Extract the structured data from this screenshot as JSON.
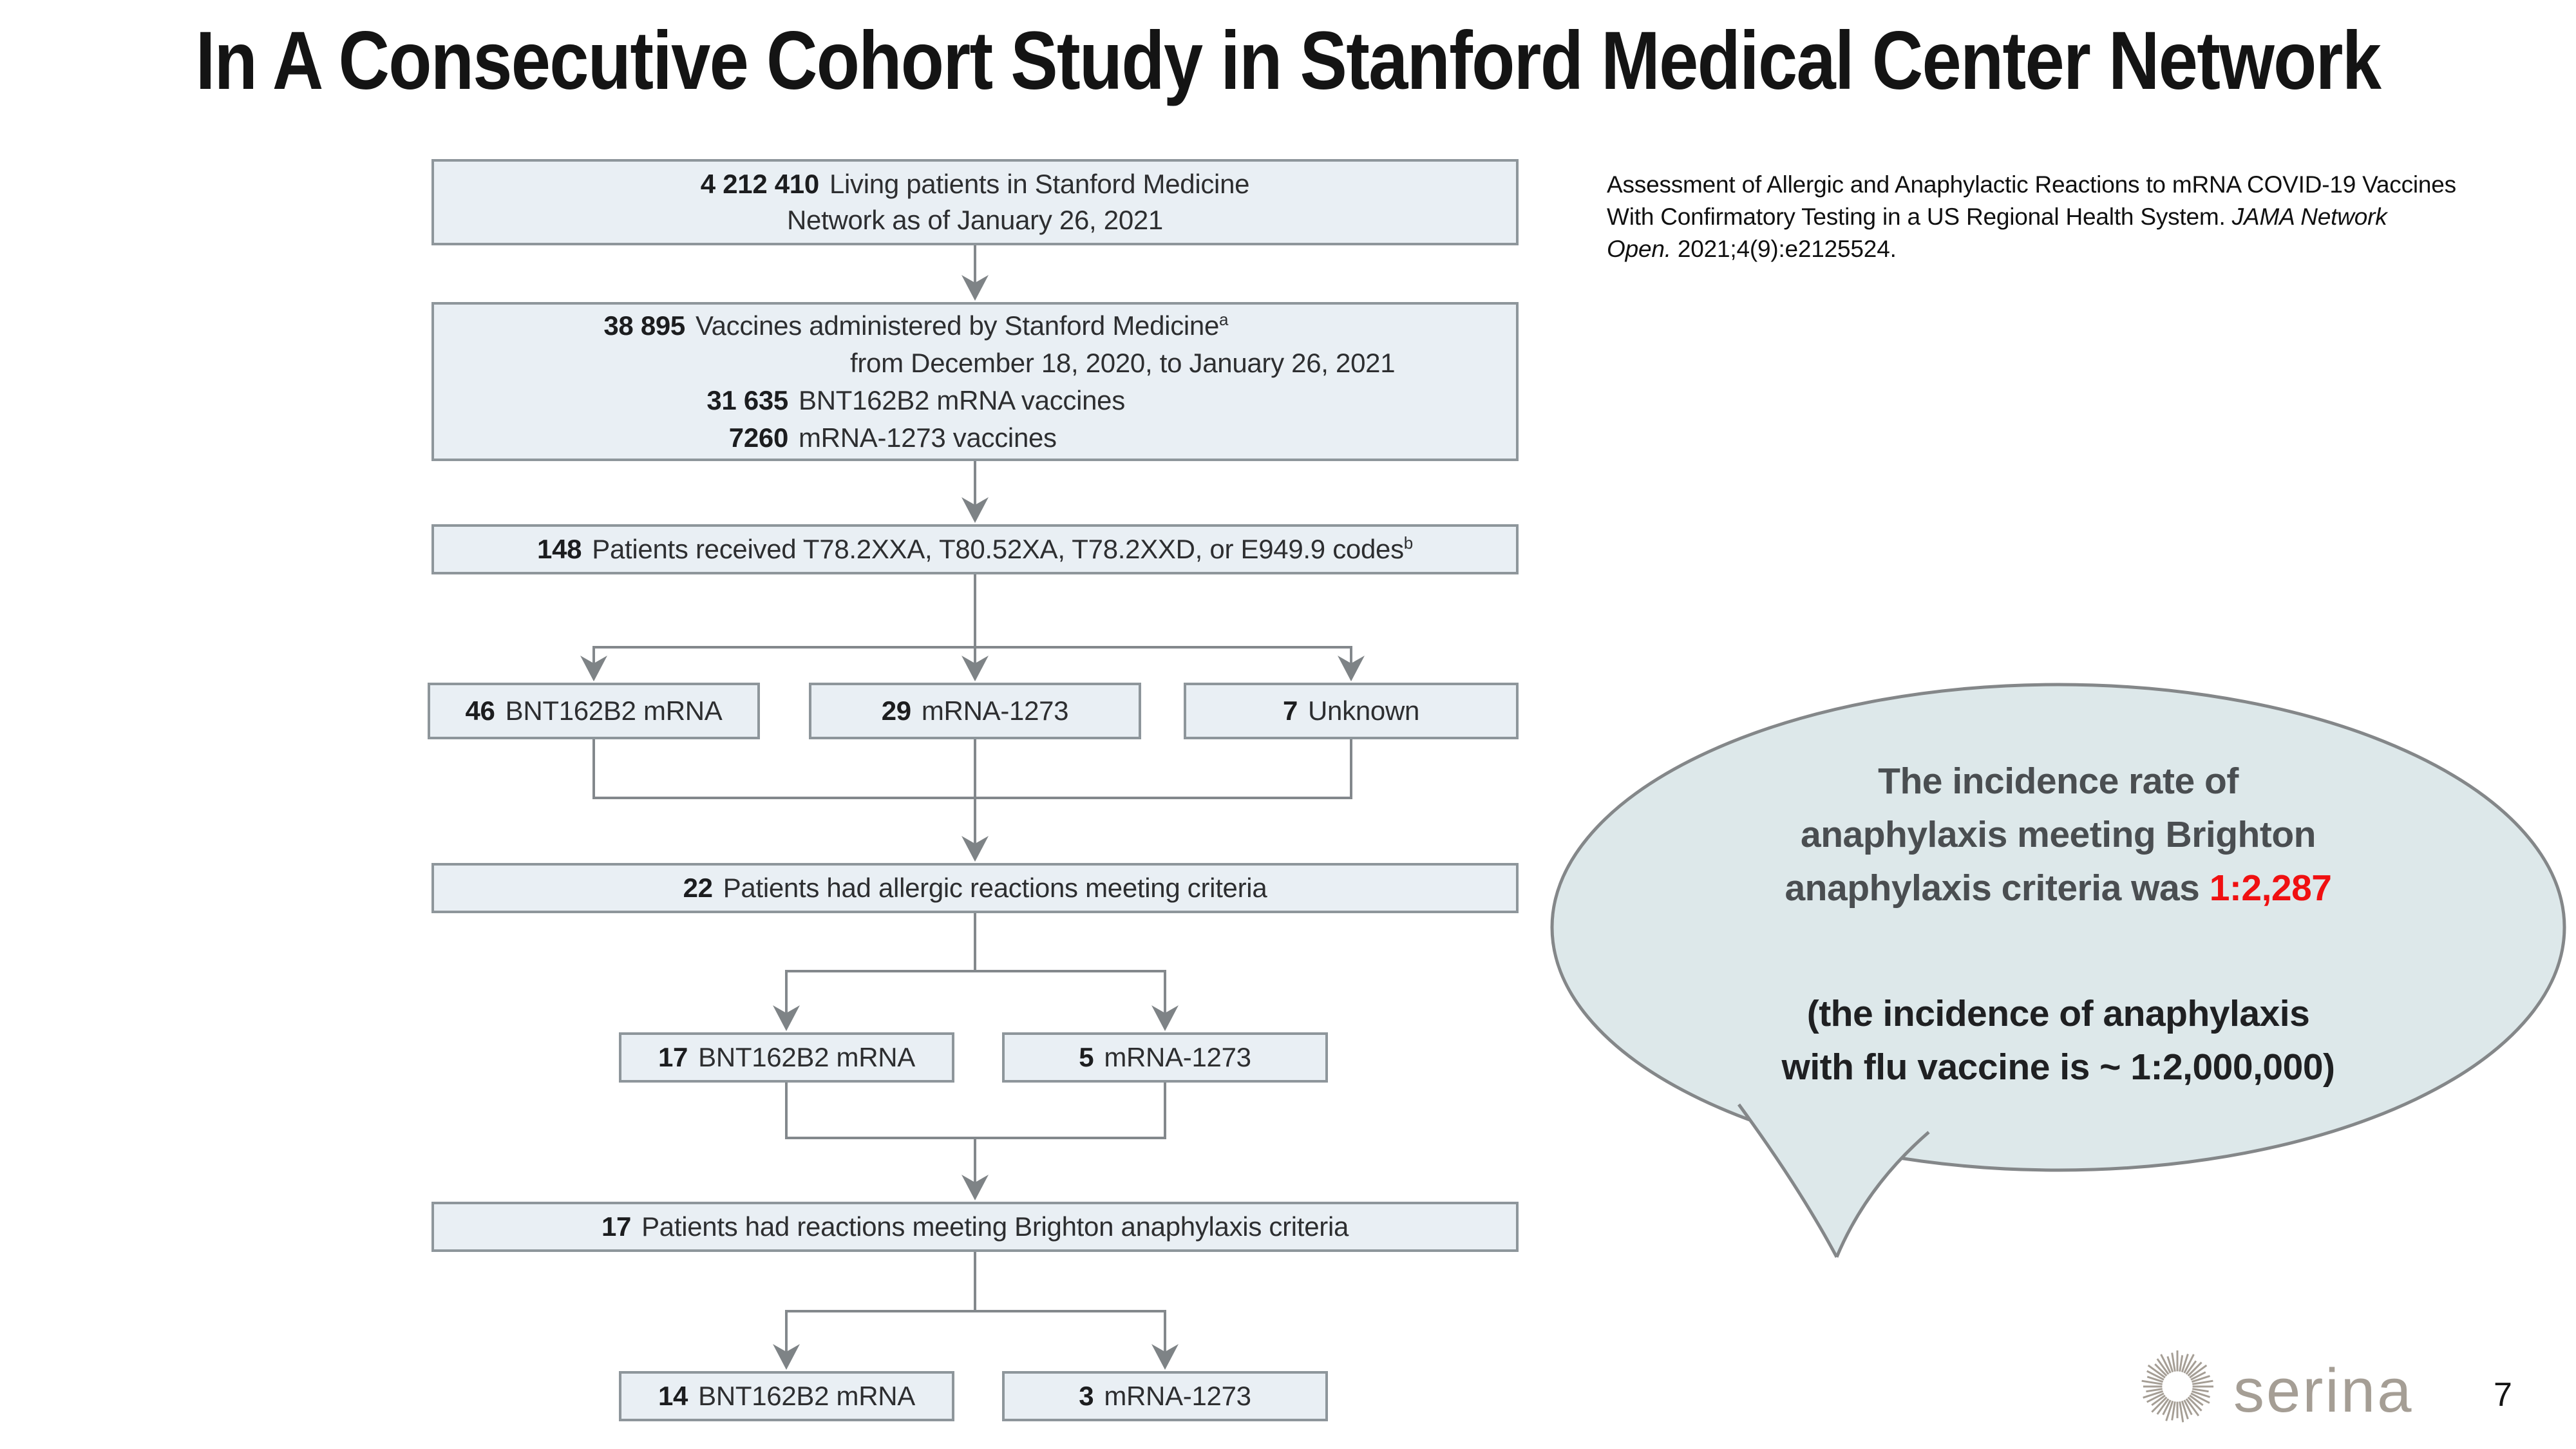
{
  "title": "In A Consecutive Cohort Study in Stanford Medical Center Network",
  "citation": {
    "line1": "Assessment of Allergic and Anaphylactic Reactions to mRNA COVID-19 Vaccines",
    "line2_text": "With Confirmatory Testing in a US Regional Health System. ",
    "line2_italic": "JAMA Network",
    "line3_italic": "Open.",
    "line3_text": " 2021;4(9):e2125524."
  },
  "flow": {
    "box1": {
      "number": "4 212 410",
      "label_line1": "Living patients in Stanford Medicine",
      "label_line2": "Network as of January 26, 2021"
    },
    "box2": {
      "row1_number": "38 895",
      "row1_text": "Vaccines administered by Stanford Medicine",
      "row1_sup": "a",
      "row2_text": "from December 18, 2020, to January 26, 2021",
      "row3_number": "31 635",
      "row3_text": "BNT162B2 mRNA vaccines",
      "row4_number": "7260",
      "row4_text": "mRNA-1273 vaccines"
    },
    "box3": {
      "number": "148",
      "text": "Patients received T78.2XXA, T80.52XA, T78.2XXD, or E949.9 codes",
      "sup": "b"
    },
    "split1": [
      {
        "number": "46",
        "text": "BNT162B2 mRNA"
      },
      {
        "number": "29",
        "text": "mRNA-1273"
      },
      {
        "number": "7",
        "text": "Unknown"
      }
    ],
    "box4": {
      "number": "22",
      "text": "Patients had allergic reactions meeting criteria"
    },
    "split2": [
      {
        "number": "17",
        "text": "BNT162B2 mRNA"
      },
      {
        "number": "5",
        "text": "mRNA-1273"
      }
    ],
    "box5": {
      "number": "17",
      "text": "Patients had reactions meeting Brighton anaphylaxis criteria"
    },
    "split3": [
      {
        "number": "14",
        "text": "BNT162B2 mRNA"
      },
      {
        "number": "3",
        "text": "mRNA-1273"
      }
    ]
  },
  "bubble": {
    "line1": "The incidence rate of",
    "line2": "anaphylaxis meeting Brighton",
    "line3_prefix": "anaphylaxis criteria was ",
    "line3_highlight": "1:2,287",
    "line4": "(the incidence of anaphylaxis",
    "line5": "with flu vaccine is ~ 1:2,000,000)"
  },
  "footer": {
    "brand": "serina",
    "page_number": "7"
  },
  "colors": {
    "box_fill": "#e9eff4",
    "box_border": "#8e969b",
    "connector_gray": "#83888c",
    "bubble_fill": "#dde8ea",
    "bubble_border": "#848789",
    "highlight_red": "#f01011",
    "brand_gray": "#a59e95"
  }
}
